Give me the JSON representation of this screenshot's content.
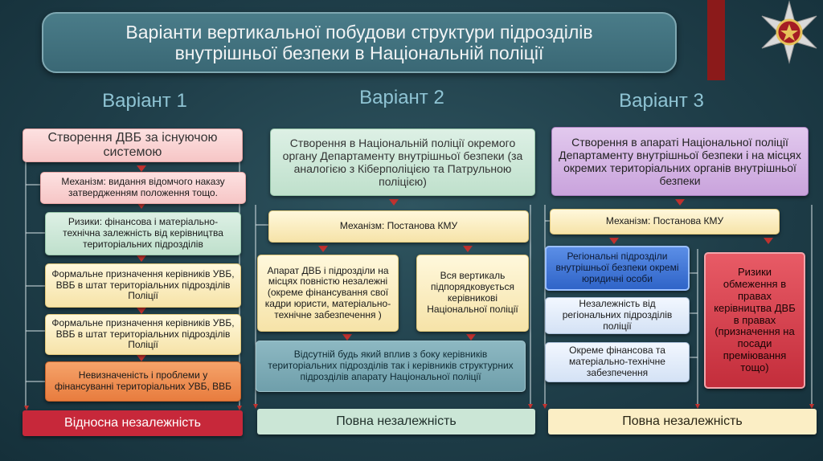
{
  "title": {
    "line1": "Варіанти вертикальної побудови структури підрозділів",
    "line2": "внутрішньої безпеки в Національній поліції"
  },
  "variants": {
    "v1": "Варіант 1",
    "v2": "Варіант 2",
    "v3": "Варіант 3"
  },
  "col1": {
    "main": "Створення ДВБ за існуючою системою",
    "items": [
      "Механізм: видання відомчого наказу затвердженням положення тощо.",
      "Ризики: фінансова і матеріально-технічна залежність від керівництва територіальних підрозділів",
      "Формальне призначення керівників УВБ, ВВБ в штат територіальних підрозділів Поліції",
      "Формальне призначення керівників УВБ, ВВБ в штат територіальних підрозділів Поліції",
      "Невизначеність і проблеми у фінансуванні територіальних УВБ, ВВБ"
    ],
    "footer": "Відносна незалежність"
  },
  "col2": {
    "main": "Створення в Національній поліції окремого органу Департаменту внутрішньої безпеки  (за аналогією з Кіберполіцією та Патрульною поліцією)",
    "mechanism": "Механізм: Постанова КМУ",
    "left": "Апарат ДВБ і підрозділи на місцях повністю незалежні (окреме фінансування свої кадри юристи, матеріально-технічне забезпечення )",
    "right": "Вся вертикаль підпорядковується керівникові Національної поліції",
    "bottom": "Відсутній будь який вплив з боку керівників територіальних підрозділів  так і керівників структурних підрозділів апарату Національної поліції",
    "footer": "Повна незалежність"
  },
  "col3": {
    "main": "Створення в апараті  Національної поліції Департаменту внутрішньої безпеки і на місцях окремих територіальних органів внутрішньої безпеки",
    "mechanism": "Механізм: Постанова КМУ",
    "items": [
      "Регіональні підрозділи внутрішньої безпеки окремі юридичні особи",
      "Незалежність від регіональних підрозділів поліції",
      "Окреме фінансова та матеріально-технічне забезпечення"
    ],
    "risks": "Ризики обмеження в правах керівництва ДВБ в правах (призначення на посади преміювання тощо)",
    "footer": "Повна незалежність"
  }
}
